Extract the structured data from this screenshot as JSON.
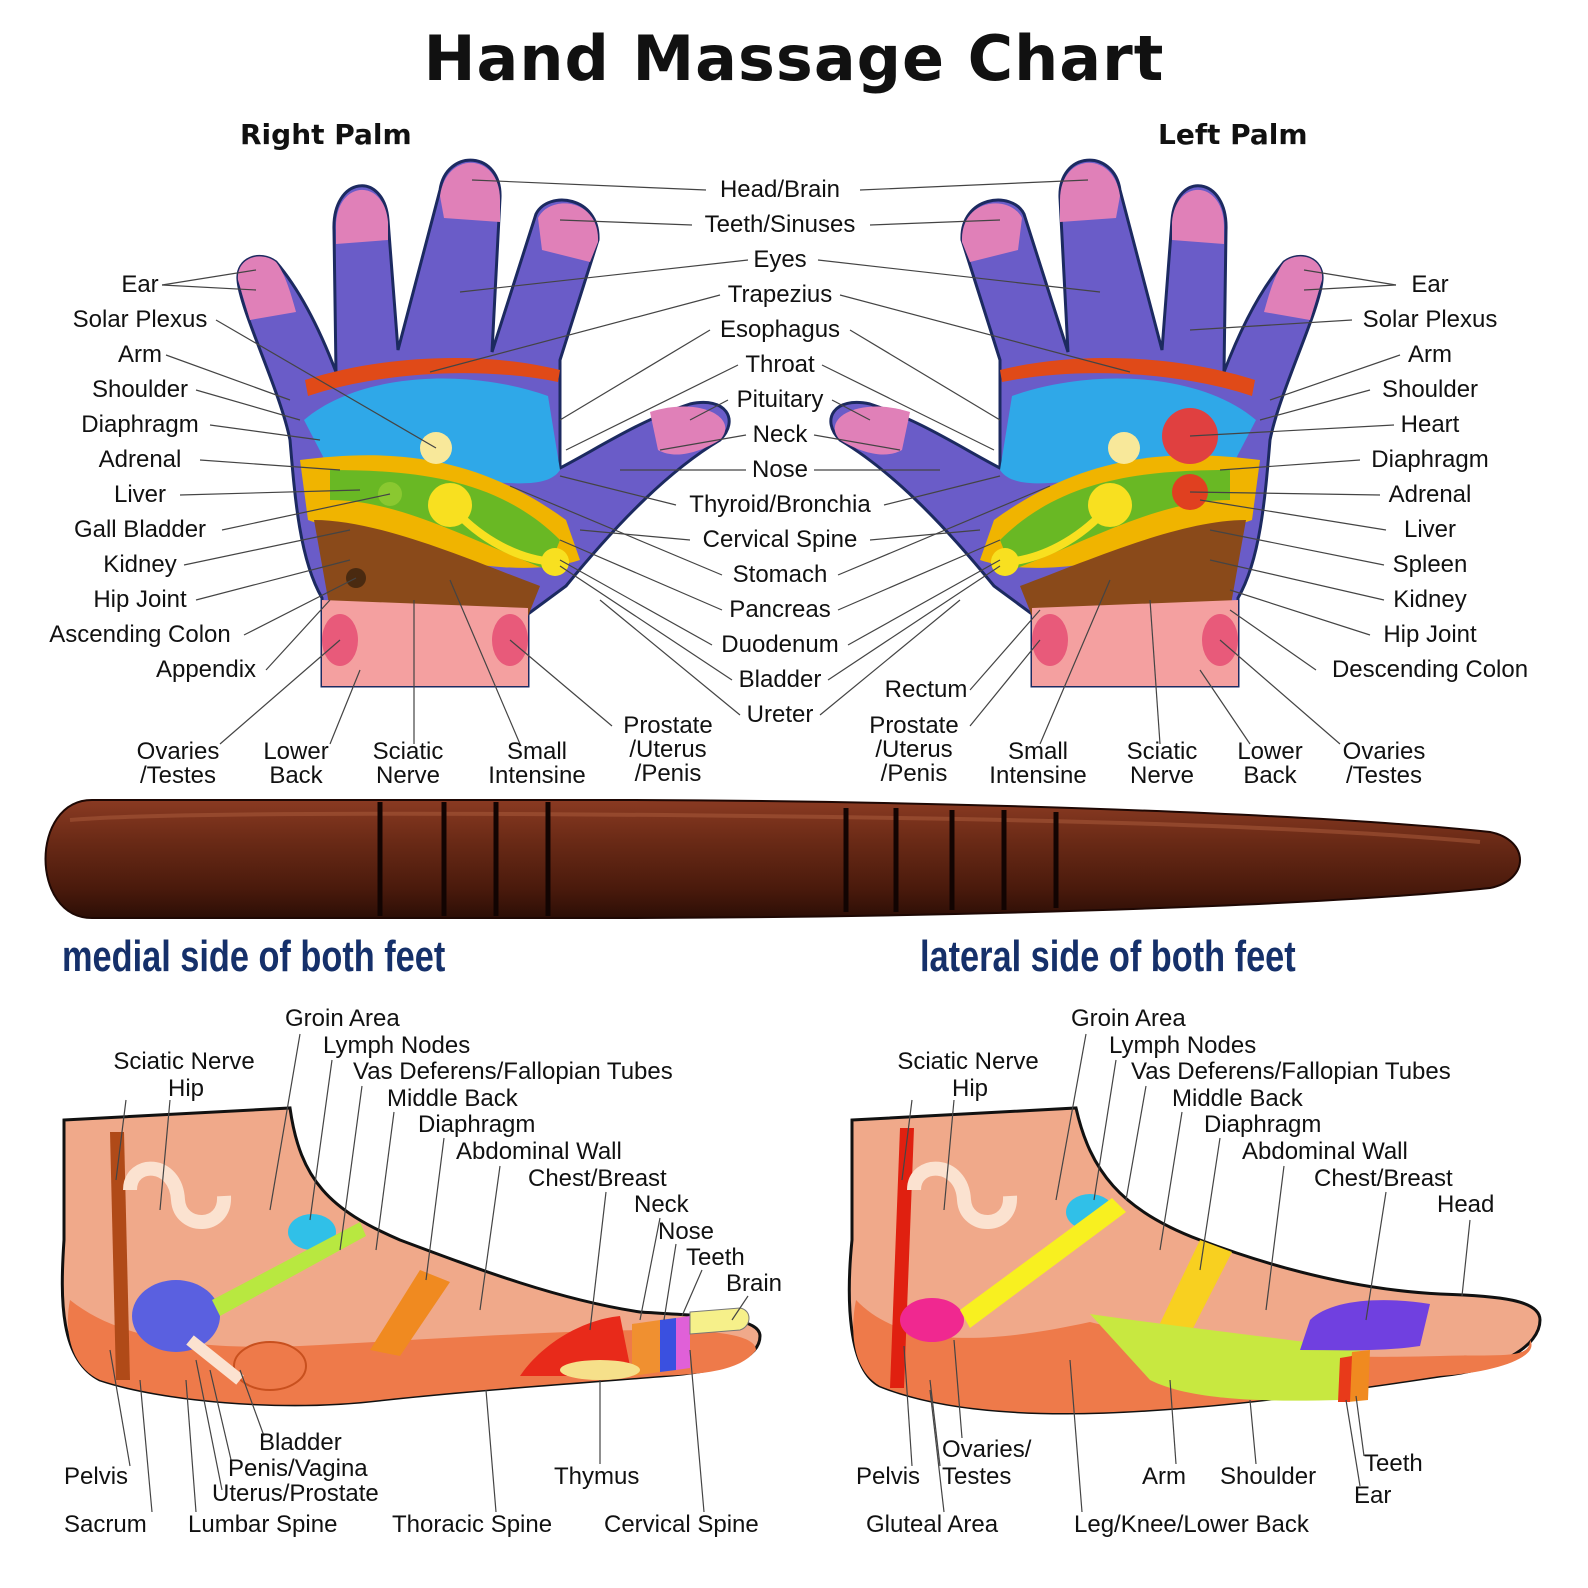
{
  "title": "Hand Massage Chart",
  "right_palm_title": "Right Palm",
  "left_palm_title": "Left Palm",
  "center_labels": [
    "Head/Brain",
    "Teeth/Sinuses",
    "Eyes",
    "Trapezius",
    "Esophagus",
    "Throat",
    "Pituitary",
    "Neck",
    "Nose",
    "Thyroid/Bronchia",
    "Cervical Spine",
    "Stomach",
    "Pancreas",
    "Duodenum",
    "Bladder",
    "Ureter"
  ],
  "right_palm_labels": [
    "Ear",
    "Solar Plexus",
    "Arm",
    "Shoulder",
    "Diaphragm",
    "Adrenal",
    "Liver",
    "Gall Bladder",
    "Kidney",
    "Hip Joint",
    "Ascending Colon",
    "Appendix"
  ],
  "left_palm_labels": [
    "Ear",
    "Solar Plexus",
    "Arm",
    "Shoulder",
    "Heart",
    "Diaphragm",
    "Adrenal",
    "Liver",
    "Spleen",
    "Kidney",
    "Hip Joint",
    "Descending Colon"
  ],
  "rectum_label": "Rectum",
  "right_bottom_labels": [
    "Ovaries\n/Testes",
    "Lower\nBack",
    "Sciatic\nNerve",
    "Small\nIntensine",
    "Prostate\n/Uterus\n/Penis"
  ],
  "left_bottom_labels": [
    "Prostate\n/Uterus\n/Penis",
    "Small\nIntensine",
    "Sciatic\nNerve",
    "Lower\nBack",
    "Ovaries\n/Testes"
  ],
  "medial_heading": "medial side of both feet",
  "lateral_heading": "lateral side of both feet",
  "medial_top_labels": [
    "Groin Area",
    "Lymph Nodes",
    "Vas Deferens/Fallopian Tubes",
    "Middle Back",
    "Diaphragm",
    "Abdominal Wall",
    "Chest/Breast",
    "Neck",
    "Nose",
    "Teeth",
    "Brain"
  ],
  "medial_sciatic": [
    "Sciatic Nerve",
    "Hip"
  ],
  "medial_bottom_labels": [
    "Bladder",
    "Penis/Vagina",
    "Uterus/Prostate",
    "Pelvis",
    "Thymus",
    "Sacrum",
    "Lumbar Spine",
    "Thoracic Spine",
    "Cervical Spine"
  ],
  "lateral_top_labels": [
    "Groin Area",
    "Lymph Nodes",
    "Vas Deferens/Fallopian Tubes",
    "Middle Back",
    "Diaphragm",
    "Abdominal Wall",
    "Chest/Breast",
    "Head"
  ],
  "lateral_sciatic": [
    "Sciatic Nerve",
    "Hip"
  ],
  "lateral_bottom_labels": [
    "Ovaries/",
    "Pelvis",
    "Testes",
    "Arm",
    "Shoulder",
    "Teeth",
    "Ear",
    "Gluteal Area",
    "Leg/Knee/Lower Back"
  ],
  "colors": {
    "wood": "#5a2414",
    "skin": "#f0a98a",
    "heading_blue": "#15306a"
  }
}
